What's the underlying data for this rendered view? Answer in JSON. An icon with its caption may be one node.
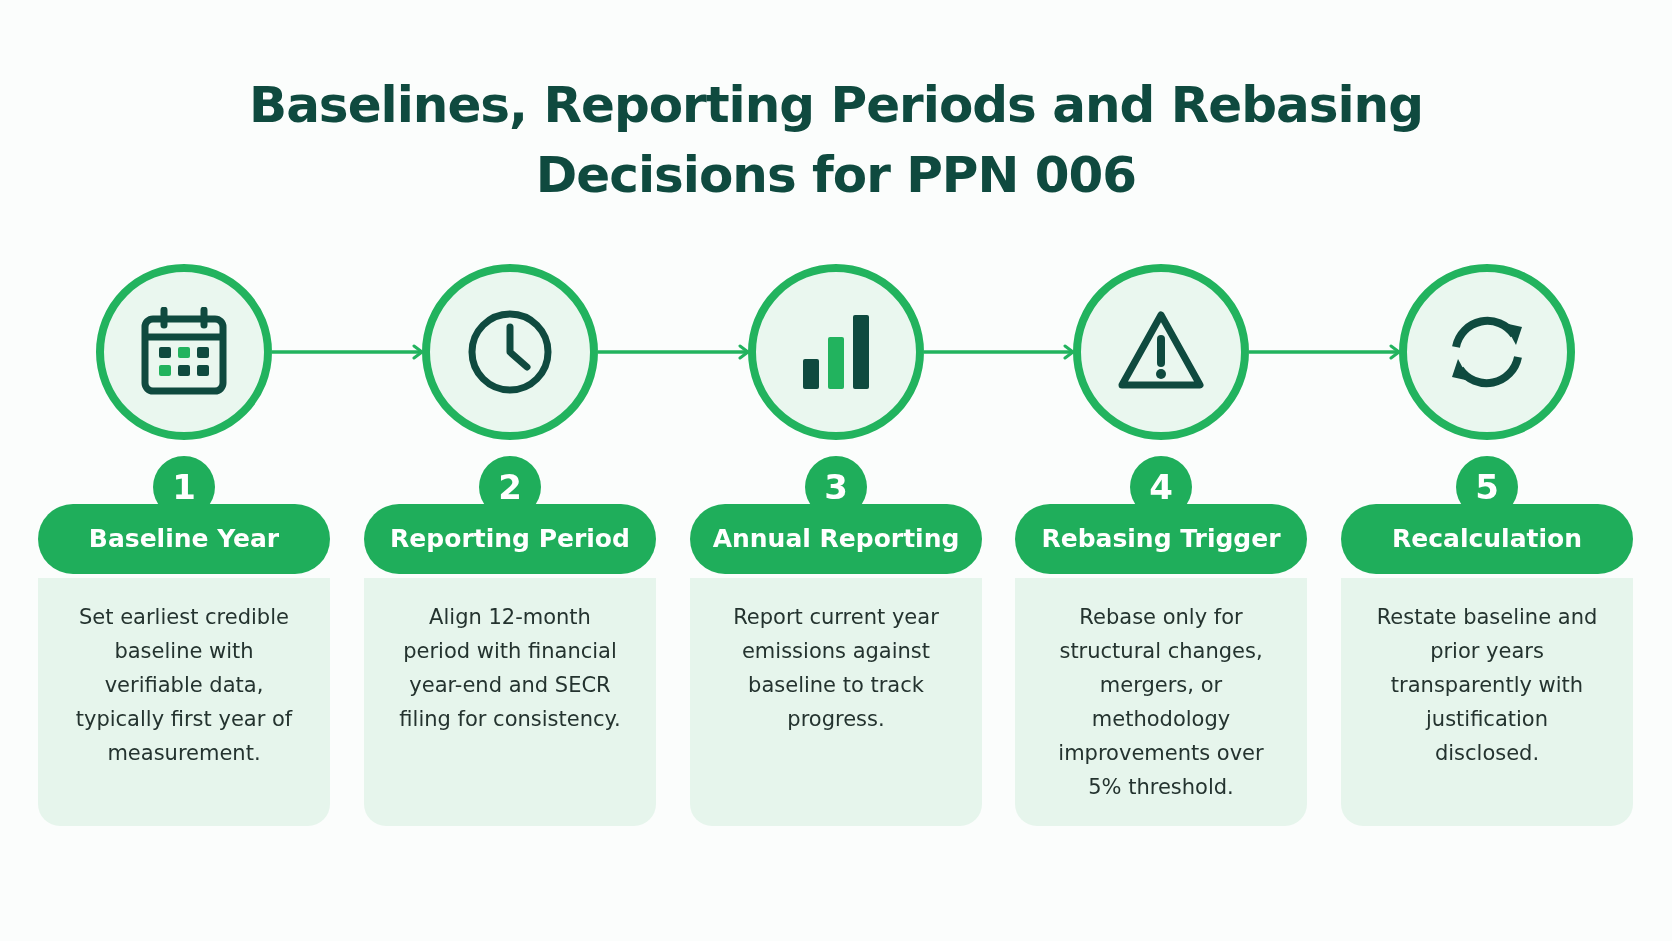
{
  "diagram": {
    "title": "Baselines, Reporting Periods and Rebasing Decisions for PPN 006",
    "nodes": [
      {
        "text": [],
        "shape": "circle"
      },
      {
        "text": [],
        "shape": "circle"
      },
      {
        "text": [],
        "shape": "circle"
      },
      {
        "text": [],
        "shape": "circle"
      },
      {
        "text": [],
        "shape": "circle"
      },
      {
        "text": [
          "1",
          "Baseline Year",
          "Set earliest credible baseline with verifiable data, typically first year of measurement."
        ]
      },
      {
        "text": [
          "2",
          "Reporting Period",
          "Align 12-month period with financial year-end and SECR filing for consistency."
        ]
      },
      {
        "text": [
          "3",
          "Annual Reporting",
          "Report current year emissions against baseline to track progress."
        ]
      },
      {
        "text": [
          "4",
          "Rebasing Trigger",
          "Rebase only for structural changes, mergers, or methodology improvements over 5% threshold."
        ]
      },
      {
        "text": [
          "5",
          "Recalculation",
          "Restate baseline and prior years transparently with justification disclosed."
        ]
      }
    ],
    "edges": [
      {
        "from": 0,
        "to": 1,
        "arrow": "to"
      },
      {
        "from": 1,
        "to": 2,
        "arrow": "to"
      },
      {
        "from": 2,
        "to": 3,
        "arrow": "to"
      },
      {
        "from": 3,
        "to": 4,
        "arrow": "to"
      }
    ]
  }
}
